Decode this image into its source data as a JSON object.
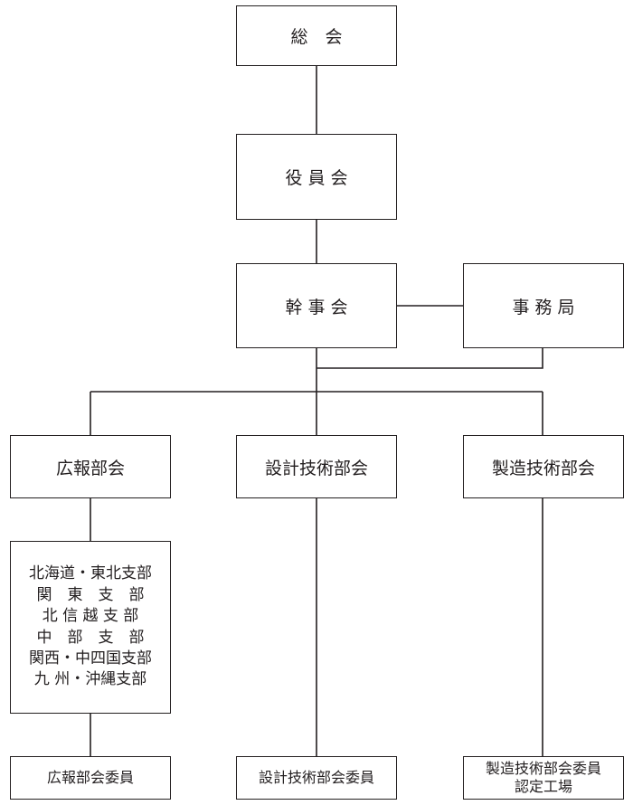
{
  "chart": {
    "general_meeting": "総　会",
    "board": "役 員 会",
    "executive_committee": "幹 事 会",
    "secretariat": "事 務 局",
    "pr_committee": "広報部会",
    "design_committee": "設計技術部会",
    "manufacturing_committee": "製造技術部会",
    "branches": [
      "北海道・東北支部",
      "関　東　支　部",
      "北 信 越 支 部",
      "中　部　支　部",
      "関西・中四国支部",
      "九 州・沖縄支部"
    ],
    "pr_members": "広報部会委員",
    "design_members": "設計技術部会委員",
    "manufacturing_members_line1": "製造技術部会委員",
    "manufacturing_members_line2": "認定工場"
  }
}
